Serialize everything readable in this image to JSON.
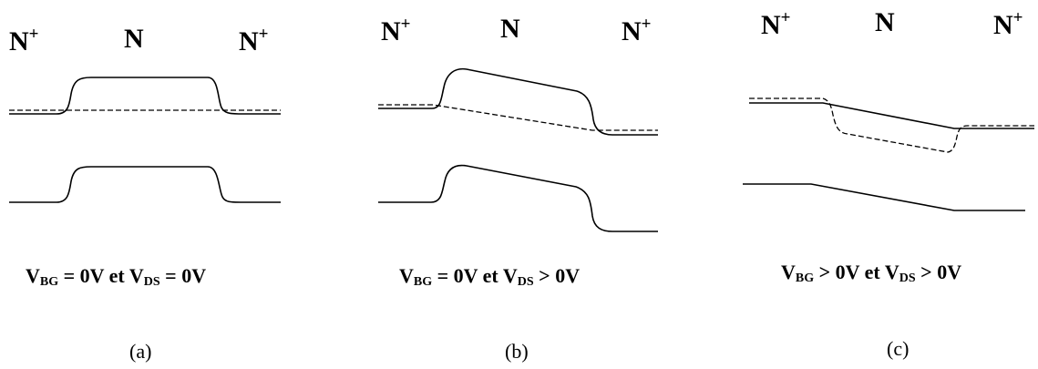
{
  "panels": [
    {
      "id": "a",
      "regions": [
        "N",
        "N",
        "N"
      ],
      "region_sups": [
        "+",
        "",
        "+"
      ],
      "condition": {
        "v1": "V",
        "s1": "BG",
        "op1": " = 0V et ",
        "v2": "V",
        "s2": "DS",
        "op2": " = 0V"
      },
      "caption": "(a)"
    },
    {
      "id": "b",
      "regions": [
        "N",
        "N",
        "N"
      ],
      "region_sups": [
        "+",
        "",
        "+"
      ],
      "condition": {
        "v1": "V",
        "s1": "BG",
        "op1": " = 0V et ",
        "v2": "V",
        "s2": "DS",
        "op2": " > 0V"
      },
      "caption": "(b)"
    },
    {
      "id": "c",
      "regions": [
        "N",
        "N",
        "N"
      ],
      "region_sups": [
        "+",
        "",
        "+"
      ],
      "condition": {
        "v1": "V",
        "s1": "BG",
        "op1": " > 0V et ",
        "v2": "V",
        "s2": "DS",
        "op2": " > 0V"
      },
      "caption": "(c)"
    }
  ]
}
